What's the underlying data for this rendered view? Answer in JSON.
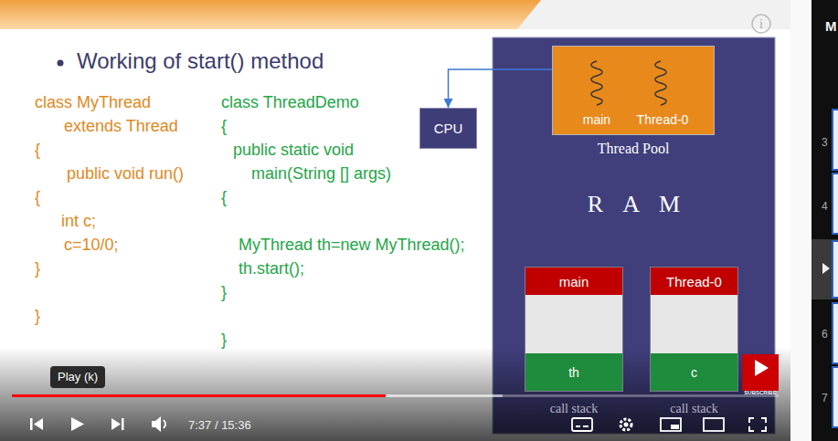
{
  "diagram": {
    "title": "Working of start() method",
    "nodes": [
      {
        "text": [
          "CPU"
        ]
      },
      {
        "text": [
          "R A M"
        ]
      },
      {
        "text": [
          "main",
          "Thread-0",
          "Thread Pool"
        ],
        "in": 1
      },
      {
        "text": [
          "main",
          "th",
          "call stack"
        ],
        "in": 1
      },
      {
        "text": [
          "Thread-0",
          "c",
          "call stack"
        ],
        "in": 1
      }
    ],
    "edges": [
      {
        "from": 2,
        "to": 0,
        "arrow": "to"
      }
    ],
    "labels": [
      "class MyThread",
      "extends Thread",
      "{",
      "public void run()",
      "{",
      "int c;",
      "c=10/0;",
      "}",
      "}",
      "class ThreadDemo",
      "{",
      "public static void",
      "main(String [] args)",
      "{",
      "MyThread th=new MyThread();",
      "th.start();",
      "}",
      "}",
      "i",
      "SUBSCRIBE",
      "Play (k)",
      "7:37 / 15:36",
      "M",
      "3",
      "4",
      "6",
      "7"
    ]
  }
}
